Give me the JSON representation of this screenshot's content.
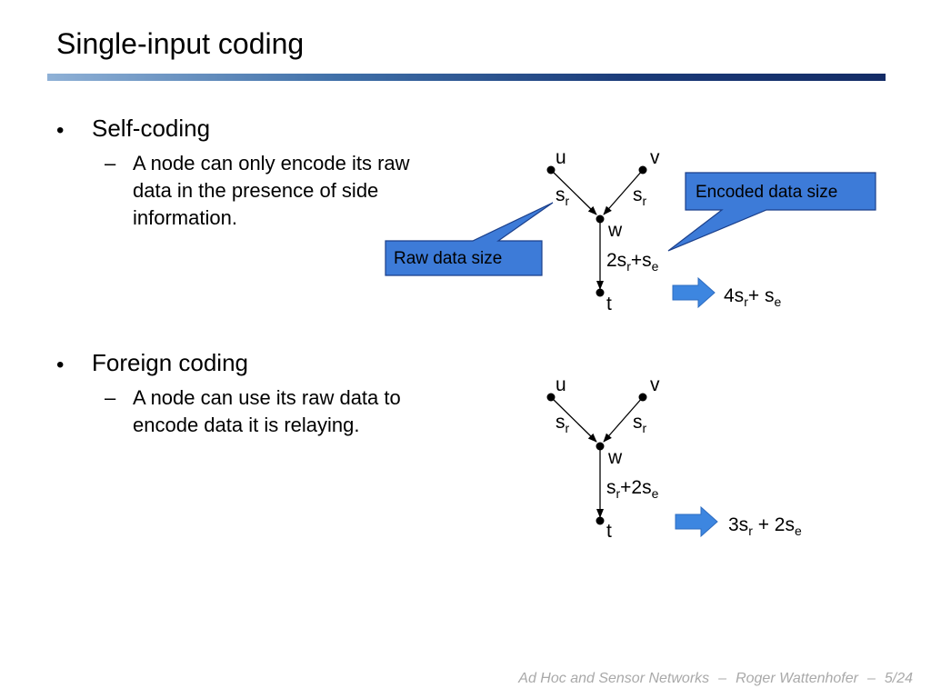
{
  "slide": {
    "title": "Single-input coding"
  },
  "sections": [
    {
      "bullet": "•",
      "heading": "Self-coding",
      "sub_dash": "–",
      "sub_lines": [
        "A node can only encode its raw",
        "data in the presence of side",
        "information."
      ]
    },
    {
      "bullet": "•",
      "heading": "Foreign coding",
      "sub_dash": "–",
      "sub_lines": [
        "A node can use its raw data to",
        "encode data it is relaying."
      ]
    }
  ],
  "diagram1": {
    "node_u": "u",
    "node_v": "v",
    "node_w": "w",
    "node_t": "t",
    "edge_u_base": "s",
    "edge_u_sub": "r",
    "edge_v_base": "s",
    "edge_v_sub": "r",
    "edge_wt": {
      "p1": "2s",
      "p1_sub": "r",
      "p2": "+s",
      "p2_sub": "e"
    },
    "result": {
      "p1": "4s",
      "p1_sub": "r",
      "p2": "+ s",
      "p2_sub": "e"
    },
    "callout_raw": "Raw data size",
    "callout_encoded": "Encoded data size"
  },
  "diagram2": {
    "node_u": "u",
    "node_v": "v",
    "node_w": "w",
    "node_t": "t",
    "edge_u_base": "s",
    "edge_u_sub": "r",
    "edge_v_base": "s",
    "edge_v_sub": "r",
    "edge_wt": {
      "p1": "s",
      "p1_sub": "r",
      "p2": "+2s",
      "p2_sub": "e"
    },
    "result": {
      "p1": "3s",
      "p1_sub": "r",
      "p2": " + 2s",
      "p2_sub": "e"
    }
  },
  "footer": {
    "course": "Ad Hoc and Sensor Networks",
    "separator": "–",
    "author": "Roger Wattenhofer",
    "page": "5/24"
  },
  "colors": {
    "callout_fill": "#3d7bd8",
    "callout_stroke": "#1b3f8a",
    "arrow_fill": "#3d86e0",
    "rule_dark": "#142c66",
    "rule_light": "#8fb1d6",
    "footer_text": "#a9a9a9"
  }
}
